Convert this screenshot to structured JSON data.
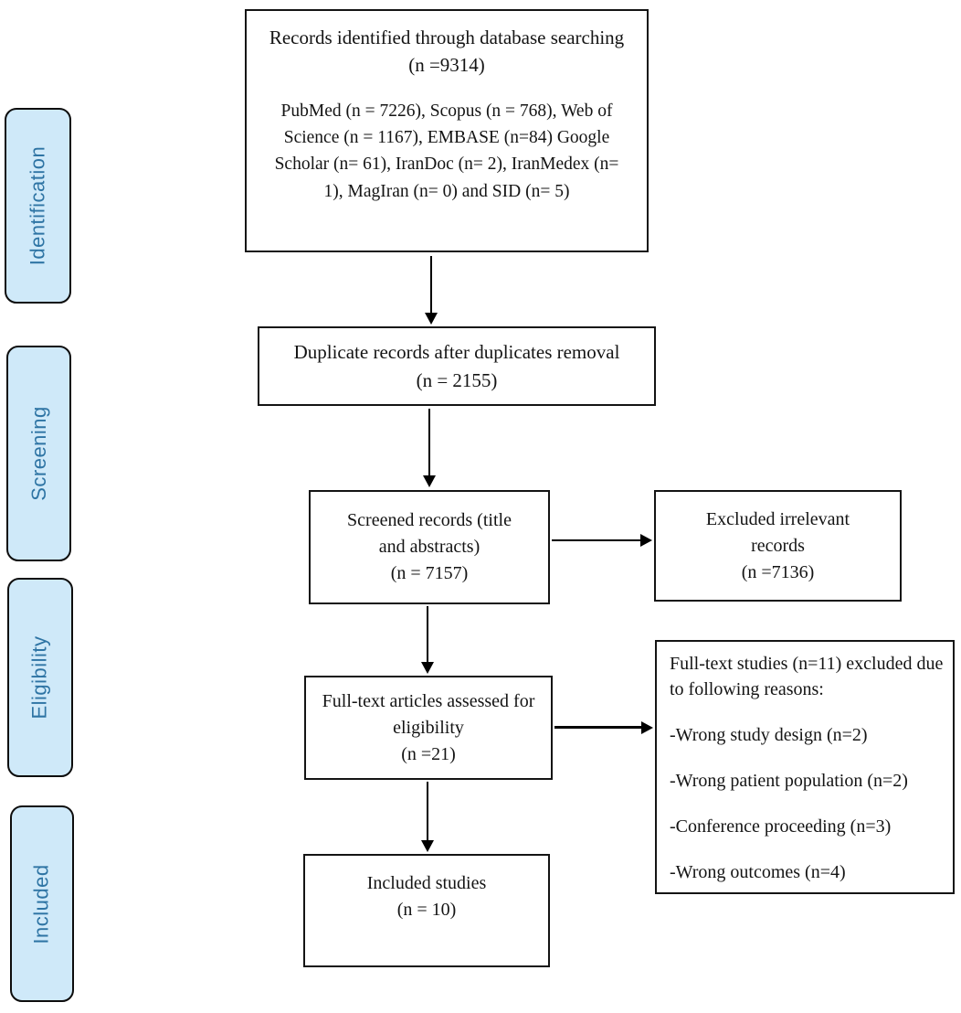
{
  "colors": {
    "stage_fill": "#cfe9f9",
    "stage_text": "#2e74a4",
    "box_border": "#141414",
    "arrow": "#000000"
  },
  "sidebar": {
    "stages": [
      {
        "label": "Identification"
      },
      {
        "label": "Screening"
      },
      {
        "label": "Eligibility"
      },
      {
        "label": "Included"
      }
    ]
  },
  "boxes": {
    "identified": {
      "title": "Records identified through database searching",
      "count": "(n =9314)",
      "sources": "PubMed (n = 7226), Scopus (n = 768), Web of Science (n = 1167), EMBASE (n=84) Google Scholar (n= 61), IranDoc (n= 2), IranMedex (n= 1), MagIran (n= 0) and SID (n= 5)"
    },
    "duplicates": {
      "title": "Duplicate records after duplicates removal",
      "count": "(n = 2155)"
    },
    "screened": {
      "title": "Screened records (title and abstracts)",
      "count": "(n = 7157)"
    },
    "excluded": {
      "title": "Excluded irrelevant records",
      "count": "(n =7136)"
    },
    "fulltext": {
      "title": "Full-text articles assessed for eligibility",
      "count": "(n =21)"
    },
    "reasons": {
      "heading": "Full-text studies (n=11) excluded due to following reasons:",
      "items": [
        "-Wrong study design (n=2)",
        "-Wrong patient population (n=2)",
        "-Conference proceeding (n=3)",
        "-Wrong outcomes (n=4)"
      ]
    },
    "included": {
      "title": "Included studies",
      "count": "(n = 10)"
    }
  }
}
